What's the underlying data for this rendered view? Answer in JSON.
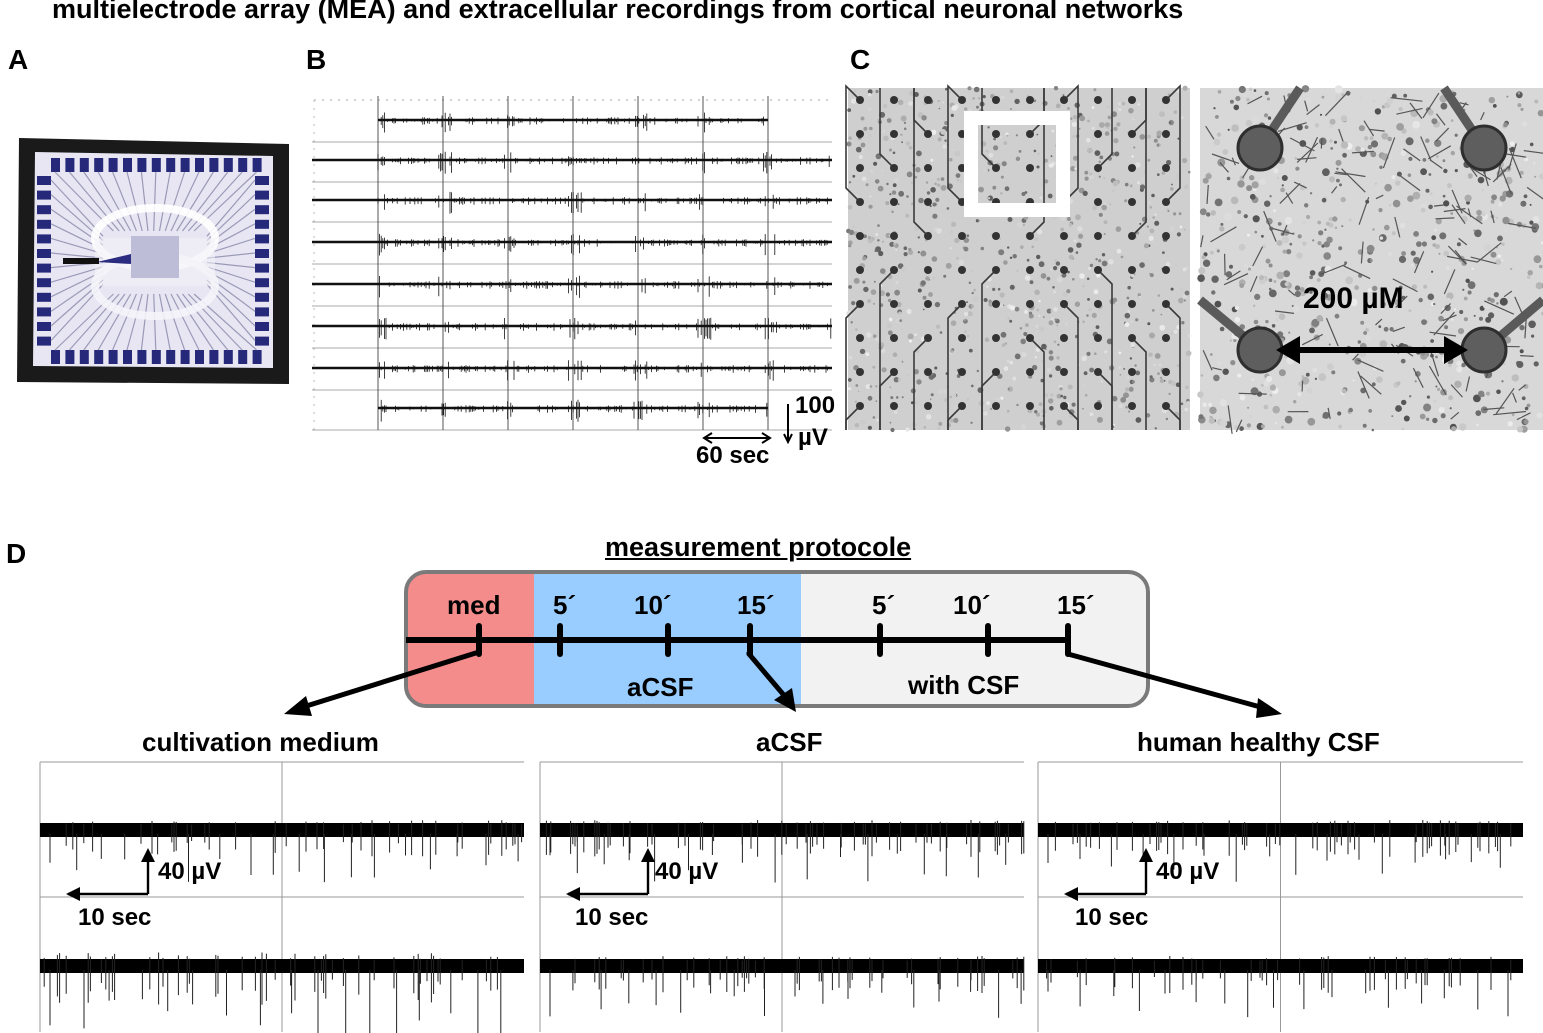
{
  "figure": {
    "title": "multielectrode array (MEA) and extracellular recordings from cortical neuronal networks",
    "panels": {
      "a": "A",
      "b": "B",
      "c": "C",
      "d": "D"
    }
  },
  "panel_b": {
    "scale_time": "60 sec",
    "scale_amp_value": "100",
    "scale_amp_unit": "µV"
  },
  "panel_c": {
    "scale_label": "200 µM"
  },
  "panel_d": {
    "protocol_title": "measurement protocole",
    "segments": [
      {
        "label": "med",
        "color": "#f48c8c"
      },
      {
        "label": "aCSF",
        "color": "#99ccff"
      },
      {
        "label": "with CSF",
        "color": "#f2f2f2"
      }
    ],
    "ticks": [
      "5´",
      "10´",
      "15´",
      "5´",
      "10´",
      "15´"
    ],
    "recordings": [
      {
        "title": "cultivation medium",
        "amp": "40 µV",
        "time": "10 sec"
      },
      {
        "title": "aCSF",
        "amp": "40 µV",
        "time": "10 sec"
      },
      {
        "title": "human healthy CSF",
        "amp": "40 µV",
        "time": "10 sec"
      }
    ]
  }
}
